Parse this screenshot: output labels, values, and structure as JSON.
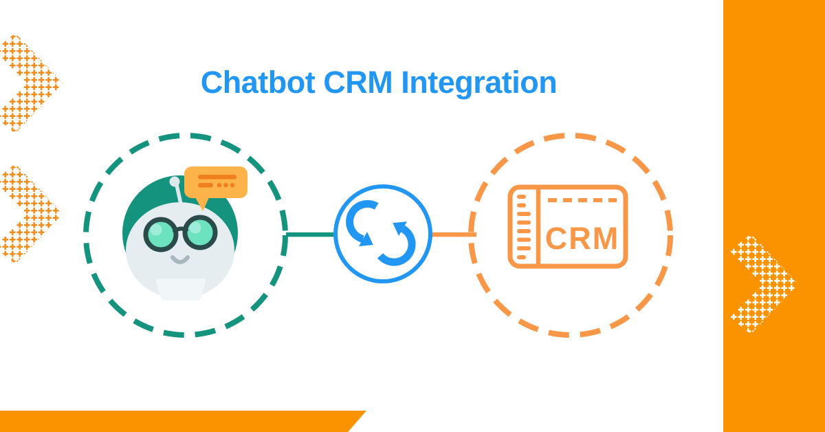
{
  "title": "Chatbot CRM Integration",
  "crm": {
    "label": "CRM"
  },
  "icons": {
    "left_decoration": "chevron-right-dotted",
    "right_decoration": "chevron-right-dotted-white",
    "chatbot": "chatbot-robot",
    "speech": "speech-bubble",
    "sync": "sync-arrows",
    "crm_box": "crm-dashboard"
  },
  "colors": {
    "background": "#FFFFFF",
    "title_blue": "#2196F3",
    "teal": "#14937E",
    "sync_blue": "#2196F3",
    "crm_orange": "#F89748",
    "accent_orange": "#FB9200",
    "chevron_dot_orange": "#F28C1C",
    "bubble_yellow": "#FBB34A",
    "bubble_line_orange": "#F07F1E",
    "robot_gray": "#E6EDF1",
    "lens_mint": "#6CE2BE",
    "glasses_dark": "#2A4B4A"
  }
}
